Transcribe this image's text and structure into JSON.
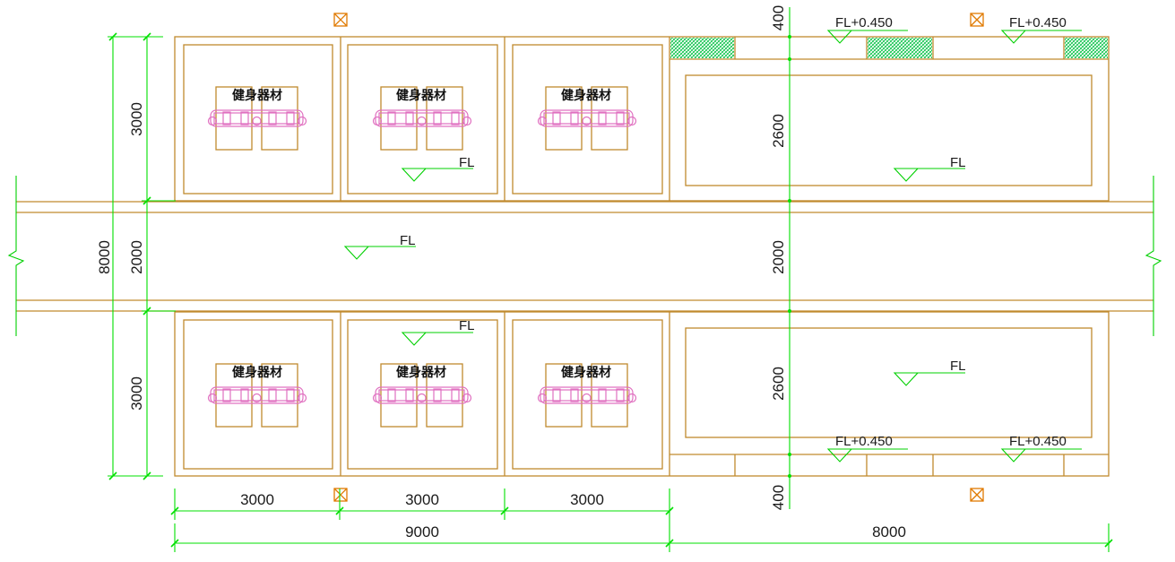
{
  "drawing": {
    "equipment_label": "健身器材",
    "level_labels": {
      "fl": "FL",
      "fl_raised": "FL+0.450"
    },
    "dimensions": {
      "overall_height": "8000",
      "room_height": "3000",
      "corridor_width": "2000",
      "hall_inner_height": "2600",
      "strip_width": "400",
      "bay_width": "3000",
      "left_block_width": "9000",
      "right_block_width": "8000"
    },
    "colors": {
      "walls": "#c08a2e",
      "dimensions": "#00e000",
      "equipment": "#e070c0",
      "hatch": "#00cc44",
      "markers": "#e07a00"
    }
  }
}
